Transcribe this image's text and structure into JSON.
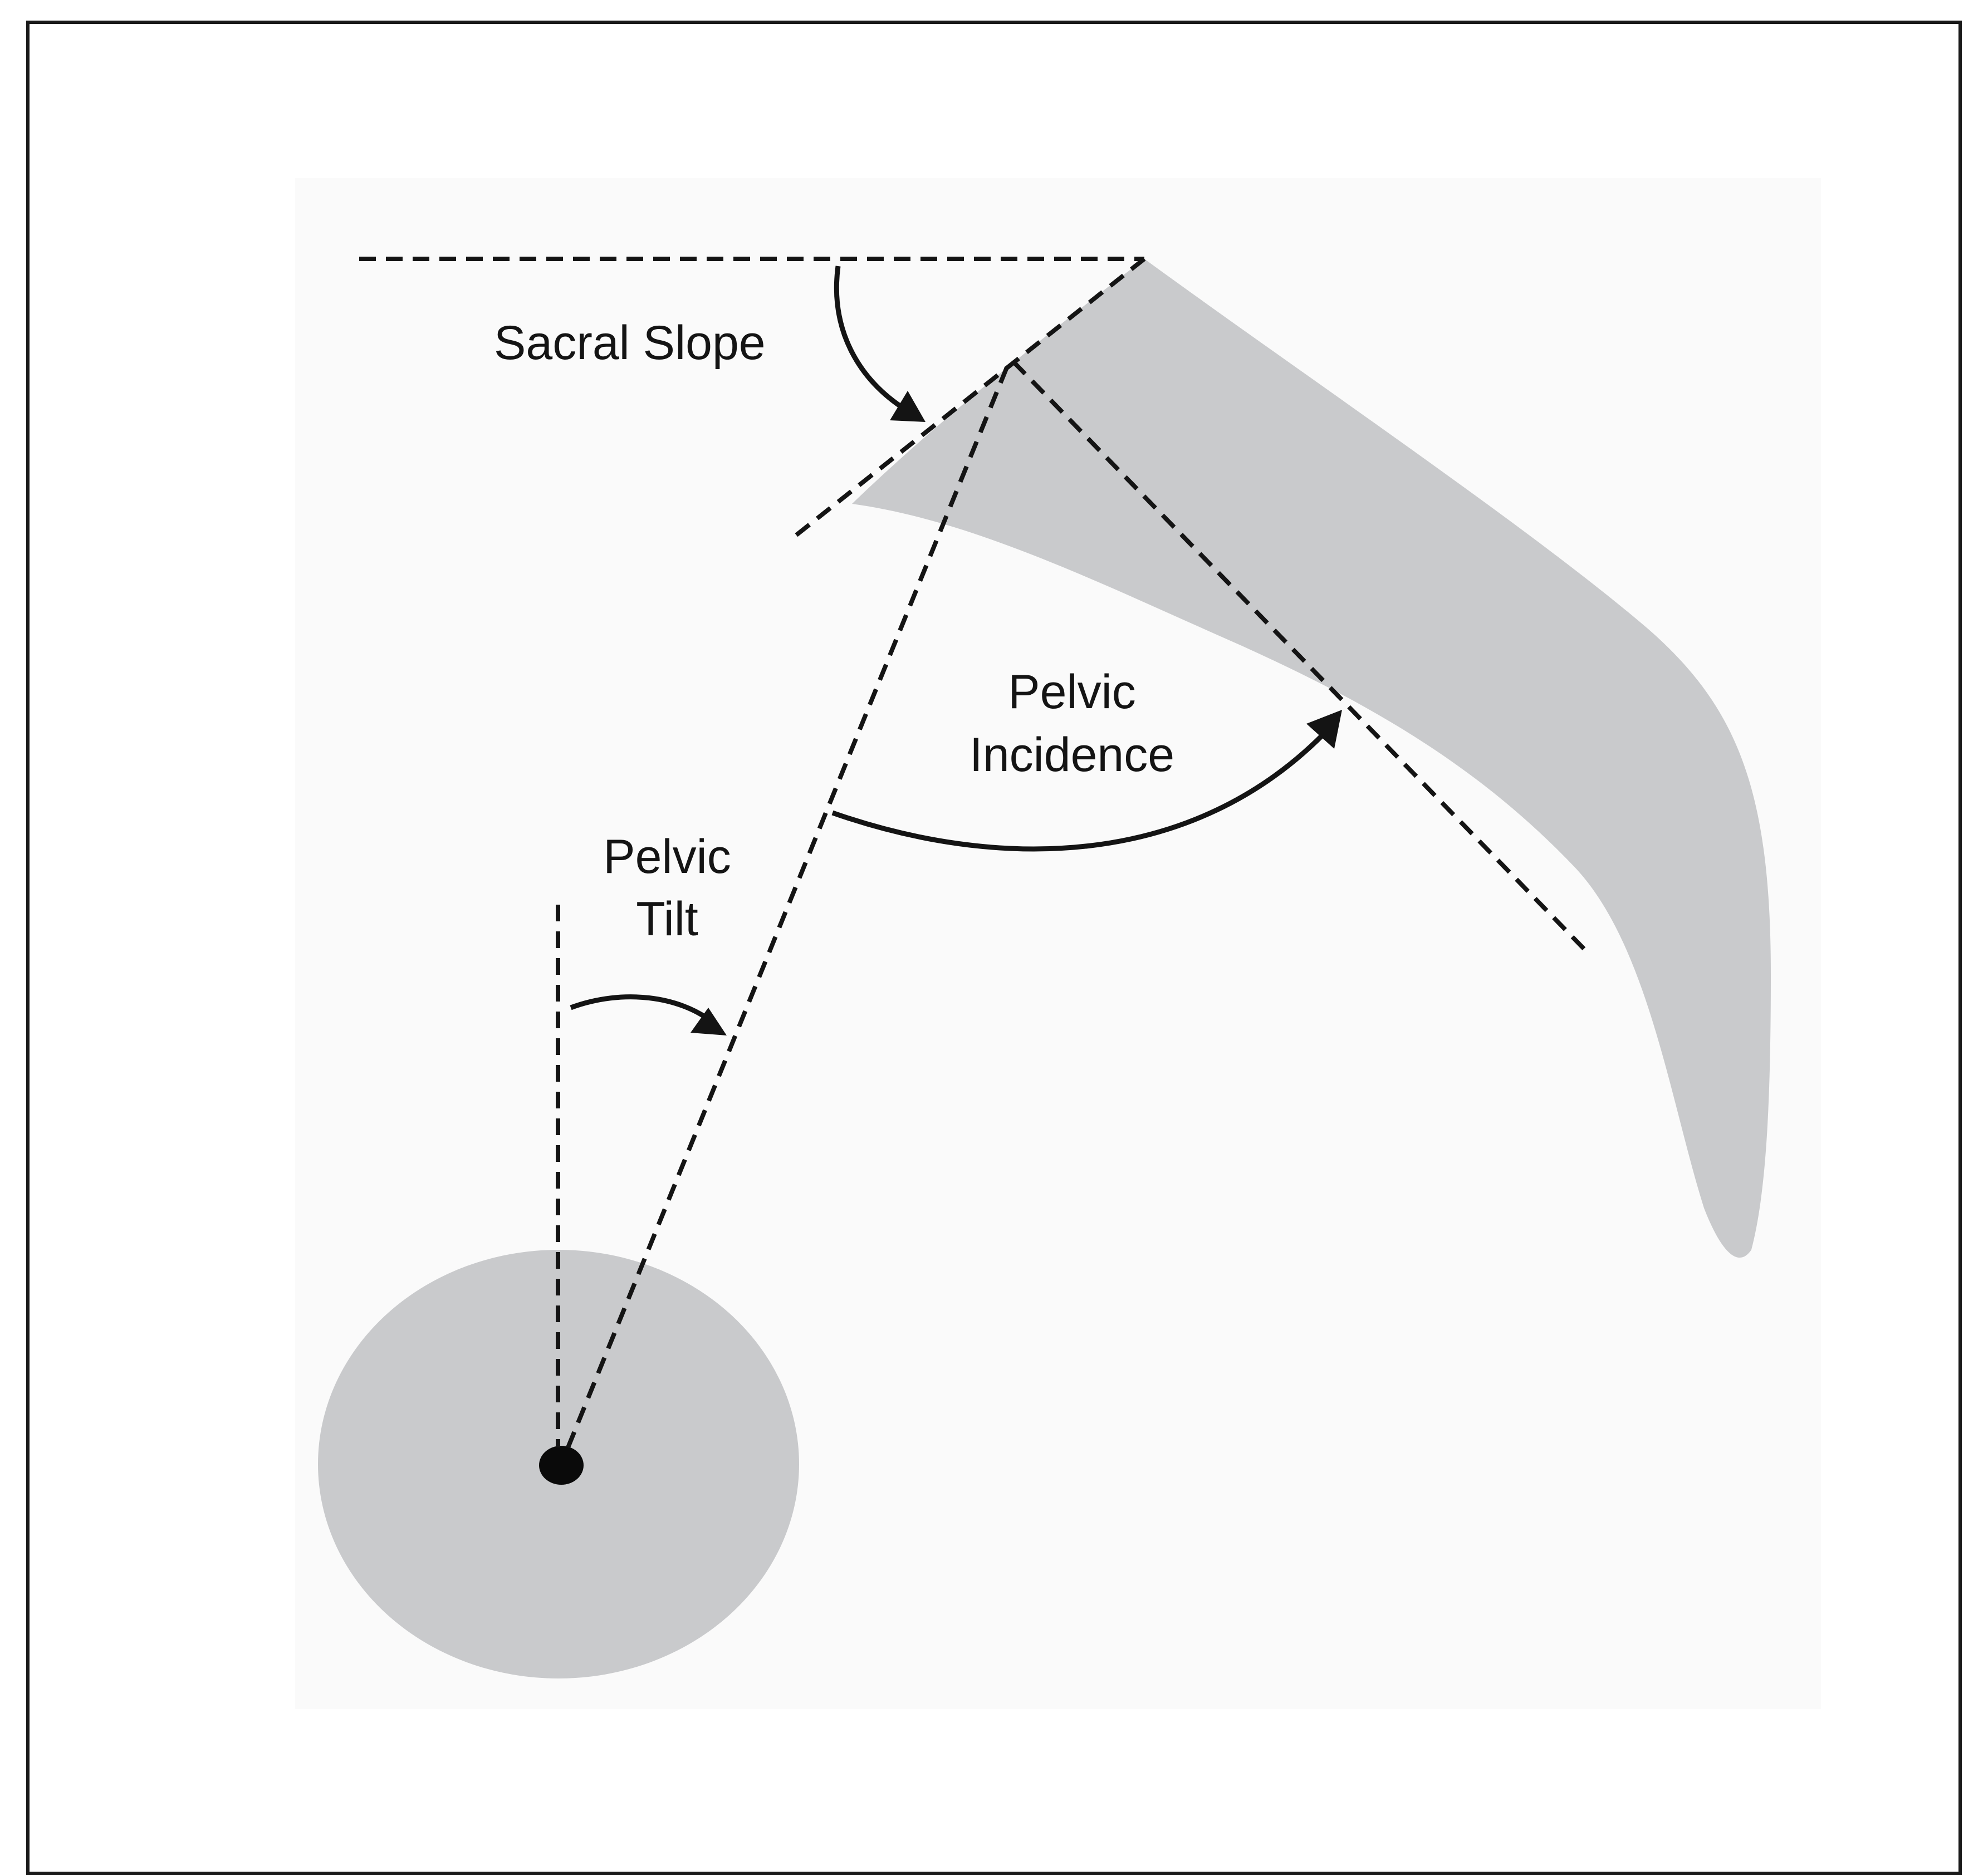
{
  "diagram": {
    "labels": {
      "sacral_slope": "Sacral Slope",
      "pelvic_incidence_line1": "Pelvic",
      "pelvic_incidence_line2": "Incidence",
      "pelvic_tilt_line1": "Pelvic",
      "pelvic_tilt_line2": "Tilt"
    },
    "colors": {
      "frame": "#1a1a1a",
      "panel_background": "#fafafa",
      "bone_fill": "#c9cacc",
      "line": "#141414"
    }
  }
}
